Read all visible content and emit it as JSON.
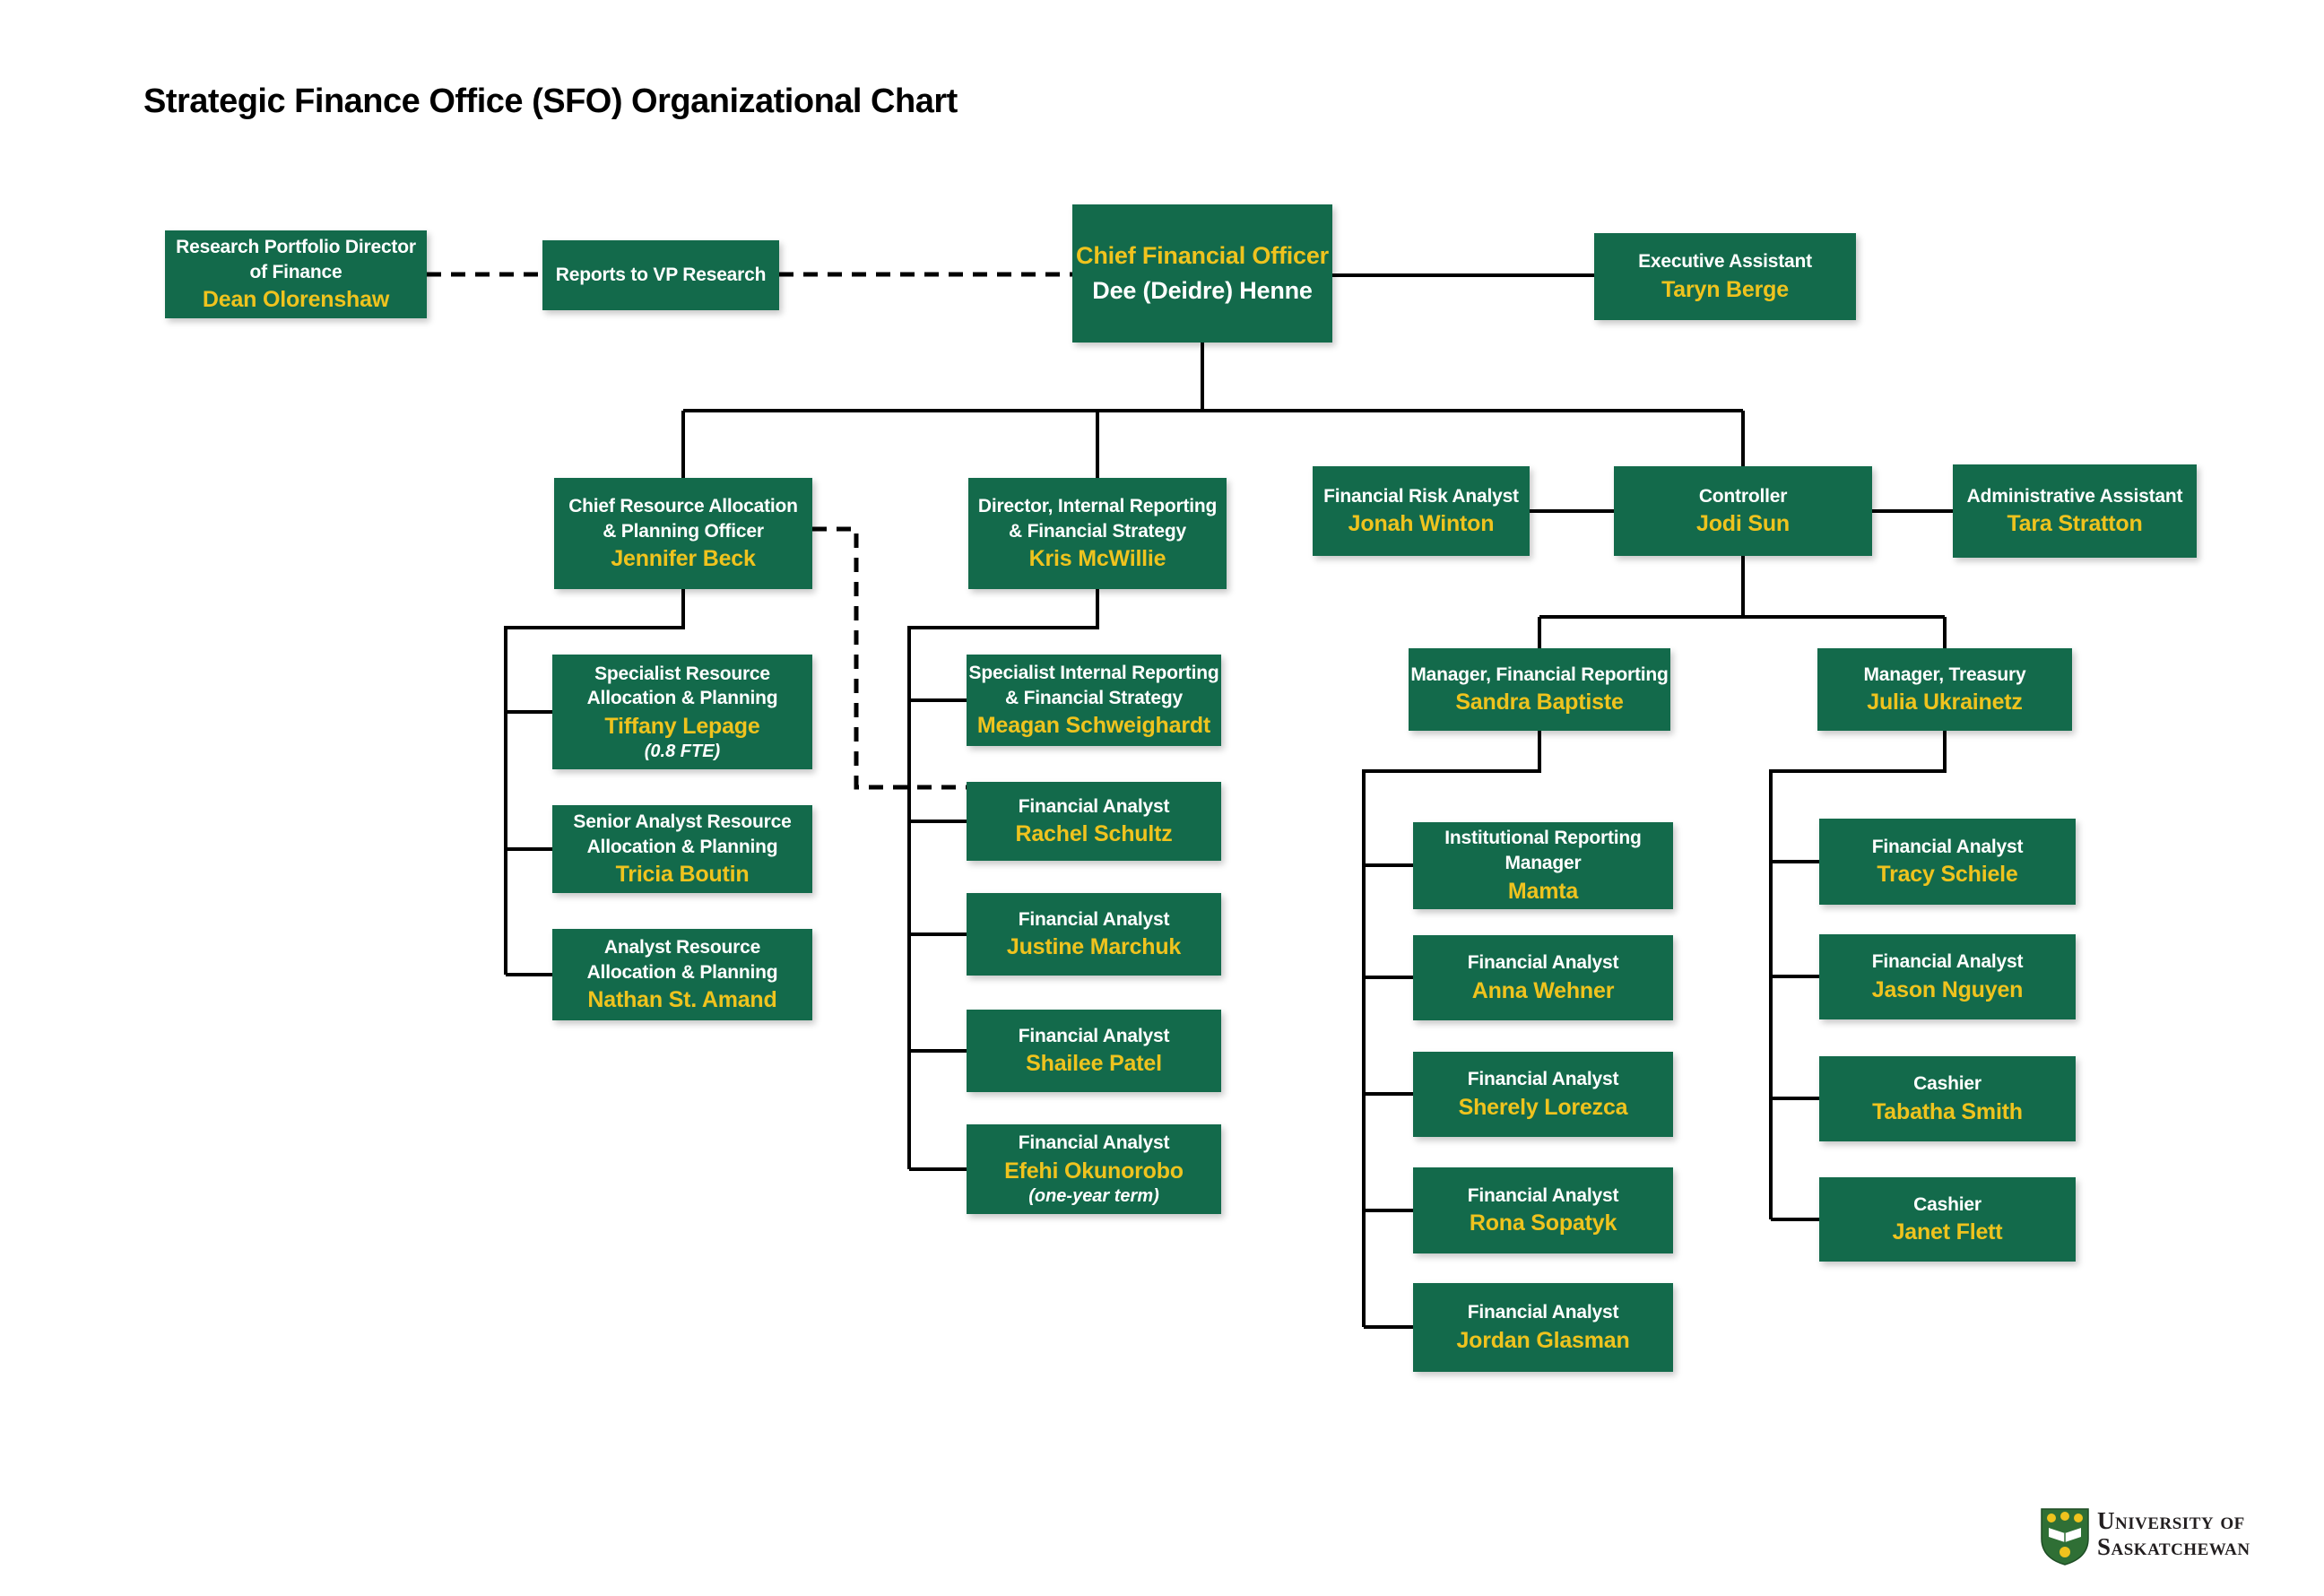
{
  "title": "Strategic Finance Office (SFO) Organizational Chart",
  "colors": {
    "box_green": "#136A4B",
    "name_yellow": "#EFC31E",
    "title_white": "#FFFFFF",
    "line_black": "#000000",
    "shield_green": "#2F6F35"
  },
  "logo": {
    "line1": "University of",
    "line2": "Saskatchewan"
  },
  "org": {
    "nodes": [
      {
        "id": "research",
        "title_lines": [
          "Research Portfolio Director",
          "of Finance"
        ],
        "name": "Dean Olorenshaw",
        "variant": "default"
      },
      {
        "id": "reports",
        "title_lines": [
          "Reports to VP Research"
        ],
        "name": "",
        "variant": "default"
      },
      {
        "id": "cfo",
        "title_lines": [
          "Chief Financial Officer"
        ],
        "name": "Dee (Deidre) Henne",
        "variant": "title-emphasis",
        "size": "large"
      },
      {
        "id": "exec",
        "title_lines": [
          "Executive Assistant"
        ],
        "name": "Taryn Berge",
        "variant": "default"
      },
      {
        "id": "beck",
        "title_lines": [
          "Chief Resource Allocation",
          "& Planning Officer"
        ],
        "name": "Jennifer Beck",
        "variant": "default"
      },
      {
        "id": "mcwillie",
        "title_lines": [
          "Director, Internal Reporting",
          "& Financial Strategy"
        ],
        "name": "Kris McWillie",
        "variant": "default"
      },
      {
        "id": "winton",
        "title_lines": [
          "Financial Risk Analyst"
        ],
        "name": "Jonah Winton",
        "variant": "default"
      },
      {
        "id": "controller",
        "title_lines": [
          "Controller"
        ],
        "name": "Jodi Sun",
        "variant": "default"
      },
      {
        "id": "admin",
        "title_lines": [
          "Administrative Assistant"
        ],
        "name": "Tara Stratton",
        "variant": "default"
      },
      {
        "id": "lepage",
        "title_lines": [
          "Specialist Resource",
          "Allocation & Planning"
        ],
        "name": "Tiffany Lepage",
        "note": "(0.8 FTE)",
        "variant": "default"
      },
      {
        "id": "boutin",
        "title_lines": [
          "Senior Analyst Resource",
          "Allocation & Planning"
        ],
        "name": "Tricia Boutin",
        "variant": "default"
      },
      {
        "id": "stamand",
        "title_lines": [
          "Analyst Resource",
          "Allocation & Planning"
        ],
        "name": "Nathan St. Amand",
        "variant": "default"
      },
      {
        "id": "schweighardt",
        "title_lines": [
          "Specialist Internal Reporting",
          "& Financial Strategy"
        ],
        "name": "Meagan Schweighardt",
        "variant": "default"
      },
      {
        "id": "schultz",
        "title_lines": [
          "Financial Analyst"
        ],
        "name": "Rachel Schultz",
        "variant": "default"
      },
      {
        "id": "marchuk",
        "title_lines": [
          "Financial Analyst"
        ],
        "name": "Justine Marchuk",
        "variant": "default"
      },
      {
        "id": "patel",
        "title_lines": [
          "Financial Analyst"
        ],
        "name": "Shailee Patel",
        "variant": "default"
      },
      {
        "id": "okunorobo",
        "title_lines": [
          "Financial Analyst"
        ],
        "name": "Efehi Okunorobo",
        "note": "(one-year term)",
        "variant": "default"
      },
      {
        "id": "baptiste",
        "title_lines": [
          "Manager, Financial Reporting"
        ],
        "name": "Sandra Baptiste",
        "variant": "default"
      },
      {
        "id": "ukrainetz",
        "title_lines": [
          "Manager, Treasury"
        ],
        "name": "Julia Ukrainetz",
        "variant": "default"
      },
      {
        "id": "mamta",
        "title_lines": [
          "Institutional Reporting",
          "Manager"
        ],
        "name": "Mamta",
        "variant": "default"
      },
      {
        "id": "wehner",
        "title_lines": [
          "Financial Analyst"
        ],
        "name": "Anna Wehner",
        "variant": "default"
      },
      {
        "id": "lorezca",
        "title_lines": [
          "Financial Analyst"
        ],
        "name": "Sherely Lorezca",
        "variant": "default"
      },
      {
        "id": "sopatyk",
        "title_lines": [
          "Financial Analyst"
        ],
        "name": "Rona Sopatyk",
        "variant": "default"
      },
      {
        "id": "glasman",
        "title_lines": [
          "Financial Analyst"
        ],
        "name": "Jordan Glasman",
        "variant": "default"
      },
      {
        "id": "schiele",
        "title_lines": [
          "Financial Analyst"
        ],
        "name": "Tracy Schiele",
        "variant": "default"
      },
      {
        "id": "nguyen",
        "title_lines": [
          "Financial Analyst"
        ],
        "name": "Jason Nguyen",
        "variant": "default"
      },
      {
        "id": "smith",
        "title_lines": [
          "Cashier"
        ],
        "name": "Tabatha Smith",
        "variant": "default"
      },
      {
        "id": "flett",
        "title_lines": [
          "Cashier"
        ],
        "name": "Janet Flett",
        "variant": "default"
      }
    ]
  }
}
